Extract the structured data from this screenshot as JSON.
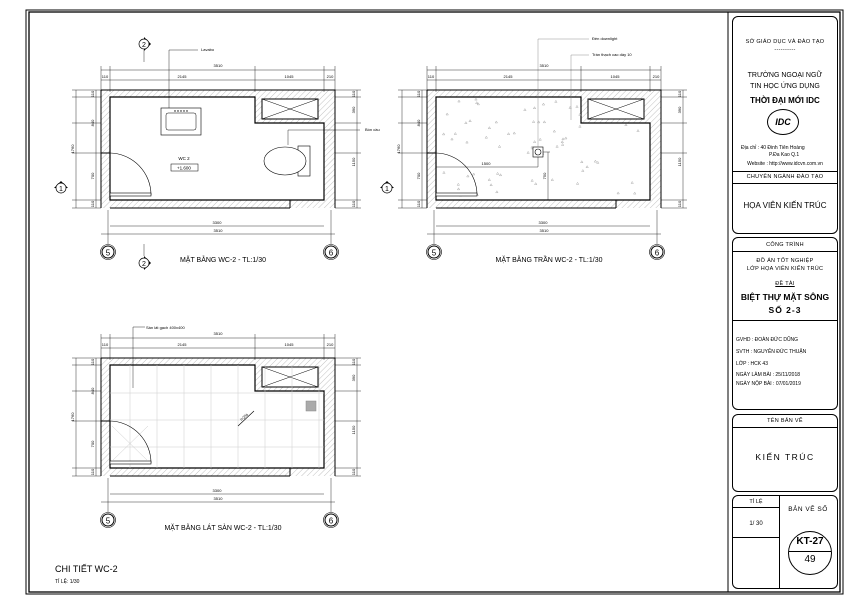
{
  "plans": [
    {
      "title": "MẶT BẰNG WC-2 - TL:1/30",
      "type": "floor"
    },
    {
      "title": "MẶT BẰNG TRẦN WC-2 - TL:1/30",
      "type": "ceiling"
    },
    {
      "title": "MẶT BẰNG LÁT SÀN WC-2 - TL:1/30",
      "type": "tile"
    }
  ],
  "dims": {
    "overall": "3510",
    "seg_left": "110",
    "seg_mid": "2145",
    "seg_right_a": "1045",
    "seg_right_b": "210",
    "inner": "3300",
    "height": "1760",
    "left": [
      "110",
      "840",
      "700",
      "110"
    ],
    "right": [
      "110",
      "390",
      "1150",
      "110"
    ]
  },
  "grid": {
    "a": "5",
    "b": "6",
    "section_v": "2",
    "section_h": "1"
  },
  "annotations": {
    "lavabo": "Lavabo",
    "toilet": "Bồn cầu",
    "room": "WC 2",
    "level": "+1.600",
    "downlight": "Đèn downlight",
    "ceiling": "Trần thạch cao dày 10",
    "dim_1500": "1500",
    "dim_750": "750",
    "tile": "Sàn lát gạch 400x400",
    "slope": "i=2%"
  },
  "detail": {
    "title": "CHI TIẾT WC-2",
    "scale": "TỈ LỆ: 1/30"
  },
  "titleblock": {
    "dept": "SỞ GIÁO DỤC VÀ ĐÀO TẠO",
    "dept_sep": "----------",
    "school_1": "TRƯỜNG NGOẠI NGỮ",
    "school_2": "TIN HỌC ỨNG DỤNG",
    "school_3": "THỜI ĐẠI MỚI IDC",
    "logo": "IDC",
    "address_1": "Địa chỉ  : 40 Đinh Tiên Hoàng",
    "address_2": "P.Đa Kao    Q.1",
    "website": "Website : http://www.idcvn.com.vn",
    "major_label": "CHUYÊN NGÀNH ĐÀO TẠO",
    "major": "HỌA VIÊN KIẾN TRÚC",
    "project_label": "CÔNG TRÌNH",
    "project_1": "ĐỒ ÁN TỐT NGHIỆP",
    "project_2": "LỚP HỌA VIÊN KIẾN TRÚC",
    "topic_label": "ĐỀ TÀI",
    "topic_1": "BIỆT THỰ MẶT SÔNG",
    "topic_2": "SỐ 2-3",
    "gvhd": "GVHD   : ĐOÀN ĐỨC DŨNG",
    "svth": "SVTH   : NGUYỄN ĐỨC THUẬN",
    "lop": "LỚP     : HCK 43",
    "ngay_lam": "NGÀY LÀM BÀI  :  25/11/2018",
    "ngay_nop": "NGÀY NỘP BÀI  :  07/01/2019",
    "drawing_label": "TÊN BẢN VẼ",
    "drawing_name": "KIẾN TRÚC",
    "scale_label": "TỈ LỆ",
    "scale": "1/ 30",
    "sheet_label": "BẢN VẼ SỐ",
    "sheet_code": "KT-27",
    "sheet_num": "49"
  }
}
